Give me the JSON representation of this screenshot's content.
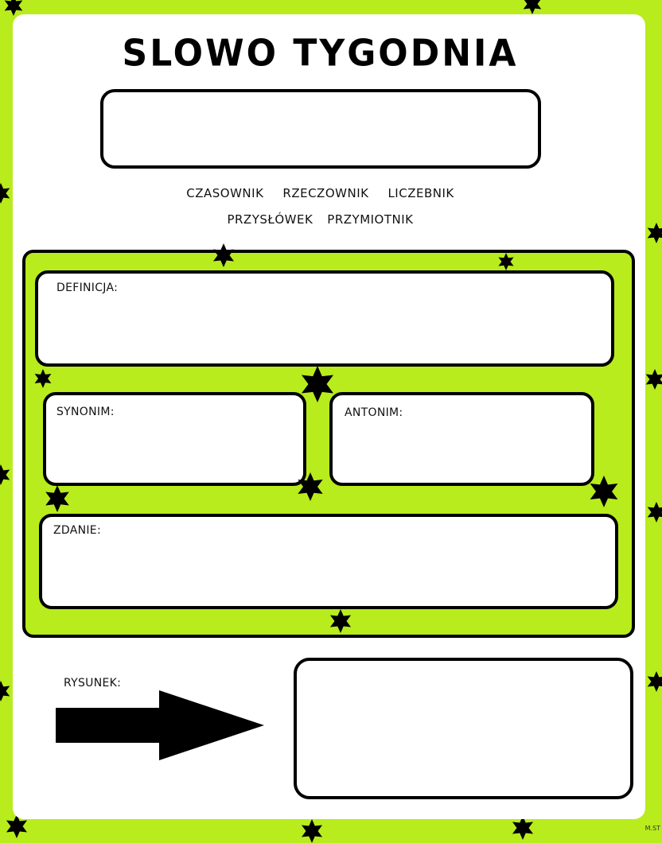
{
  "title": "SLOWO TYGODNIA",
  "parts_of_speech": {
    "row1": [
      "CZASOWNIK",
      "RZECZOWNIK",
      "LICZEBNIK"
    ],
    "row2": [
      "PRZYSŁÓWEK",
      "PRZYMIOTNIK"
    ]
  },
  "sections": {
    "definition": "DEFINICJA:",
    "synonym": "SYNONIM:",
    "antonym": "ANTONIM:",
    "sentence": "ZDANIE:",
    "drawing": "RYSUNEK:"
  },
  "credit": "M.ST",
  "colors": {
    "accent_green": "#b8ec1c",
    "ink": "#000000",
    "paper": "#ffffff"
  },
  "icons": [
    "star-icon",
    "arrow-right-icon"
  ]
}
